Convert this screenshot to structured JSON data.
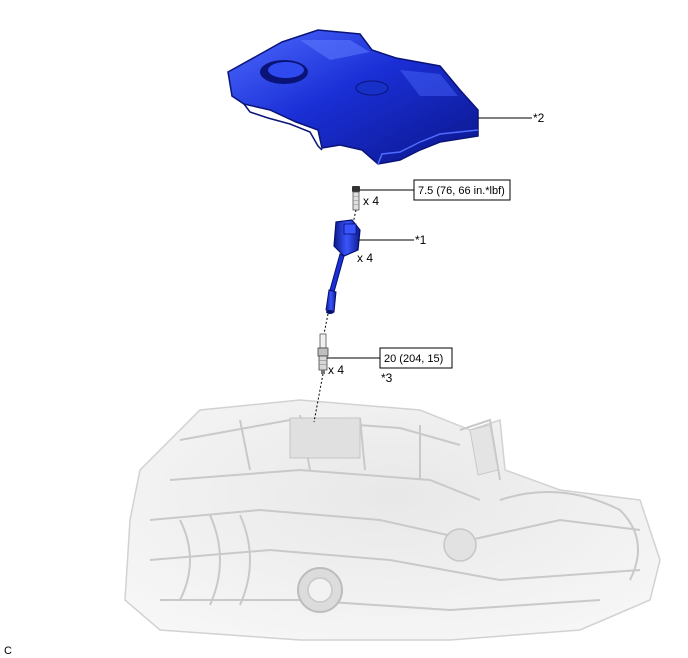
{
  "labels": {
    "cover": "*2",
    "ignition_coil": "*1",
    "spark_plug": "*3",
    "bolt_qty": "x 4",
    "coil_qty": "x 4",
    "plug_qty": "x 4",
    "corner": "C"
  },
  "torque": {
    "bolt": "7.5 (76, 66 in.*lbf)",
    "plug": "20 (204, 15)"
  },
  "colors": {
    "part_blue": "#1a2fd6",
    "part_blue_dark": "#0c1a8a",
    "part_blue_light": "#5a78ff",
    "engine_gray": "#d6d6d6"
  }
}
